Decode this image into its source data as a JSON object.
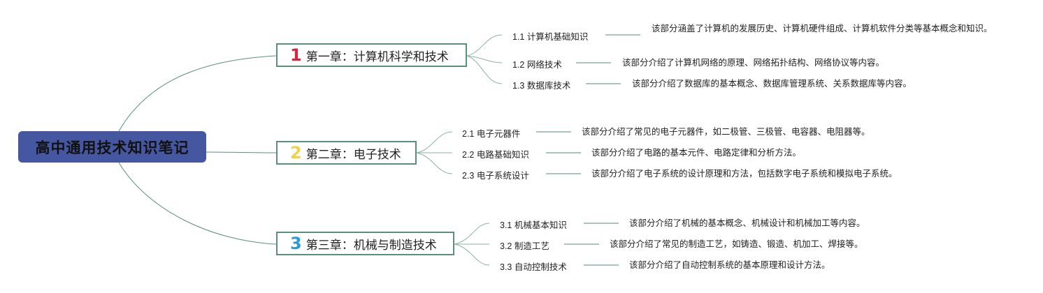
{
  "colors": {
    "root_bg": "#4457a0",
    "branch_line": "#5b8e80",
    "chapter_border": "#5b8e80",
    "num1": "#d8253c",
    "num2": "#f2d14a",
    "num3": "#2b9bd8",
    "connector": "#a9c4bb"
  },
  "root": {
    "title": "高中通用技术知识笔记"
  },
  "chapters": [
    {
      "num": "1",
      "title": "第一章：计算机科学和技术",
      "topics": [
        {
          "label": "1.1 计算机基础知识",
          "desc": "该部分涵盖了计算机的发展历史、计算机硬件组成、计算机软件分类等基本概念和知识。"
        },
        {
          "label": "1.2 网络技术",
          "desc": "该部分介绍了计算机网络的原理、网络拓扑结构、网络协议等内容。"
        },
        {
          "label": "1.3 数据库技术",
          "desc": "该部分介绍了数据库的基本概念、数据库管理系统、关系数据库等内容。"
        }
      ]
    },
    {
      "num": "2",
      "title": "第二章：电子技术",
      "topics": [
        {
          "label": "2.1 电子元器件",
          "desc": "该部分介绍了常见的电子元器件，如二极管、三极管、电容器、电阻器等。"
        },
        {
          "label": "2.2 电路基础知识",
          "desc": "该部分介绍了电路的基本元件、电路定律和分析方法。"
        },
        {
          "label": "2.3 电子系统设计",
          "desc": "该部分介绍了电子系统的设计原理和方法，包括数字电子系统和模拟电子系统。"
        }
      ]
    },
    {
      "num": "3",
      "title": "第三章：机械与制造技术",
      "topics": [
        {
          "label": "3.1 机械基本知识",
          "desc": "该部分介绍了机械的基本概念、机械设计和机械加工等内容。"
        },
        {
          "label": "3.2 制造工艺",
          "desc": "该部分介绍了常见的制造工艺，如铸造、锻造、机加工、焊接等。"
        },
        {
          "label": "3.3 自动控制技术",
          "desc": "该部分介绍了自动控制系统的基本原理和设计方法。"
        }
      ]
    }
  ]
}
